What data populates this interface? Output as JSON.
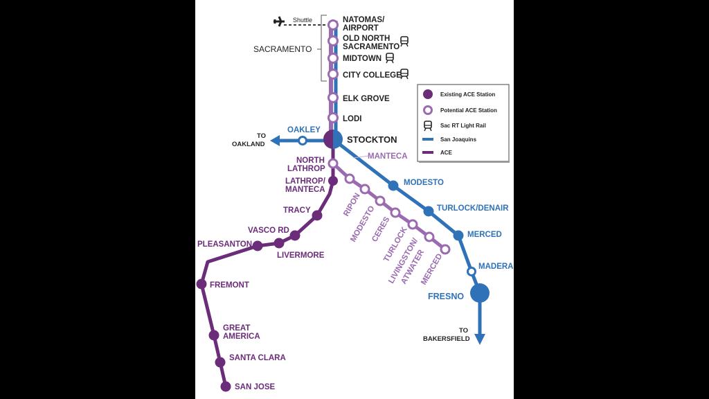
{
  "colors": {
    "ace": "#6b2c7a",
    "potential": "#9a6bb0",
    "san_joaquins": "#2f72b8",
    "background": "#000000",
    "panel": "#ffffff"
  },
  "shuttle": {
    "label": "Shuttle",
    "icon": "airplane-icon"
  },
  "region_label": "SACRAMENTO",
  "stations": {
    "natomas": [
      "NATOMAS/",
      "AIRPORT"
    ],
    "old_north": [
      "OLD NORTH",
      "SACRAMENTO"
    ],
    "midtown": "MIDTOWN",
    "city_college": "CITY COLLEGE",
    "elk_grove": "ELK GROVE",
    "lodi": "LODI",
    "stockton": "STOCKTON",
    "oakley": "OAKLEY",
    "to_oakland": [
      "TO",
      "OAKLAND"
    ],
    "manteca": "MANTECA",
    "north_lathrop": [
      "NORTH",
      "LATHROP"
    ],
    "lathrop_manteca": [
      "LATHROP/",
      "MANTECA"
    ],
    "tracy": "TRACY",
    "vasco_rd": "VASCO RD",
    "pleasanton": "PLEASANTON",
    "livermore": "LIVERMORE",
    "fremont": "FREMONT",
    "great_america": [
      "GREAT",
      "AMERICA"
    ],
    "santa_clara": "SANTA CLARA",
    "san_jose": "SAN JOSE",
    "modesto_sj": "MODESTO",
    "turlock_denair": "TURLOCK/DENAIR",
    "merced_sj": "MERCED",
    "madera": "MADERA",
    "fresno": "FRESNO",
    "to_bakersfield": [
      "TO",
      "BAKERSFIELD"
    ],
    "ripon": "RIPON",
    "modesto_ace": "MODESTO",
    "ceres": "CERES",
    "turlock_ace": "TURLOCK",
    "livingston": [
      "LIVINGSTON/",
      "ATWATER"
    ],
    "merced_ace": "MERCED"
  },
  "legend": [
    {
      "label": "Existing ACE Station"
    },
    {
      "label": "Potential ACE Station"
    },
    {
      "label": "Sac RT Light Rail"
    },
    {
      "label": "San Joaquins"
    },
    {
      "label": "ACE"
    }
  ]
}
